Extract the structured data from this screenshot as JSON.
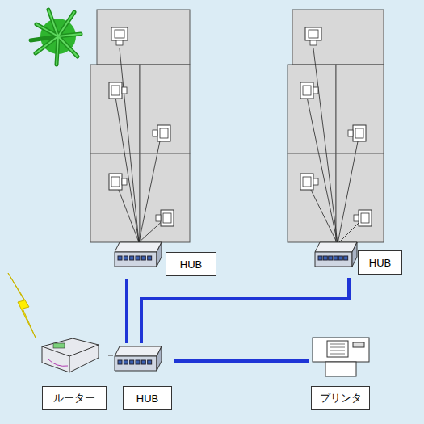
{
  "diagram": {
    "nodes": [
      {
        "text": [
          "HUB"
        ]
      },
      {
        "text": [
          "HUB"
        ]
      },
      {
        "text": [
          "HUB"
        ]
      },
      {
        "text": [
          "ルーター"
        ]
      },
      {
        "text": [
          "プリンタ"
        ]
      }
    ],
    "edges": [
      {
        "from": 0,
        "to": 2,
        "arrow": "none"
      },
      {
        "from": 1,
        "to": 2,
        "arrow": "none"
      },
      {
        "from": 2,
        "to": 4,
        "arrow": "none"
      },
      {
        "from": 3,
        "to": 2,
        "arrow": "none"
      }
    ]
  }
}
